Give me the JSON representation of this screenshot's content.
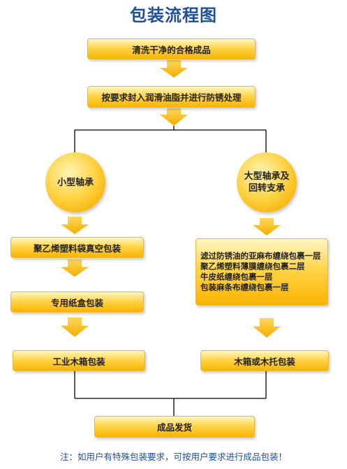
{
  "title": "包装流程图",
  "steps": {
    "clean": "清洗干净的合格成品",
    "seal": "按要求封入润滑油脂并进行防锈处理",
    "small_bearing": "小型轴承",
    "large_bearing": [
      "大型轴承及",
      "回转支承"
    ],
    "small_step1": "聚乙烯塑料袋真空包装",
    "small_step2": "专用纸盒包装",
    "small_step3": "工业木箱包装",
    "large_step1": [
      "滤过防锈油的亚麻布缠绕包裹一层",
      "聚乙烯塑料薄膜缠绕包裹二层",
      "牛皮纸缠绕包裹一层",
      "包装麻条布缠绕包裹一层"
    ],
    "large_step2": "木箱或木托包装",
    "finish": "成品发货"
  },
  "note": "注：如用户有特殊包装要求，可按用户要求进行成品包装！",
  "colors": {
    "box_fill": "#ffd54a",
    "arrow": "#f7b500",
    "title": "#1f4e9a",
    "line": "#000000"
  }
}
